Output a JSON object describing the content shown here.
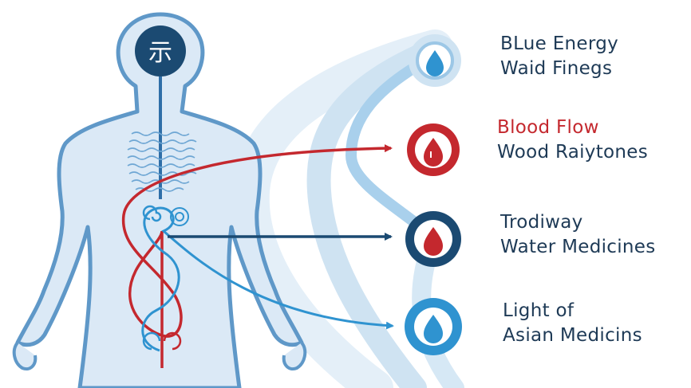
{
  "head_symbol": "示",
  "colors": {
    "body_fill": "#dbe9f6",
    "body_outline": "#5f98c8",
    "navy": "#1b4a72",
    "red": "#c4282e",
    "sky": "#2f93d0",
    "pale_stream": "#cfe3f2",
    "text_dark": "#1e3a56"
  },
  "icons": [
    "water-drop-light-blue-icon",
    "water-drop-red-icon",
    "water-drop-navy-icon",
    "water-drop-blue-icon"
  ],
  "labels": [
    {
      "line1": "BLue Energy",
      "line2": "Waid Finegs"
    },
    {
      "line1": "Blood Flow",
      "line2": "Wood Raiytones"
    },
    {
      "line1": "Trodiway",
      "line2": "Water Medicines"
    },
    {
      "line1": "Light of",
      "line2": "Asian Medicins"
    }
  ]
}
